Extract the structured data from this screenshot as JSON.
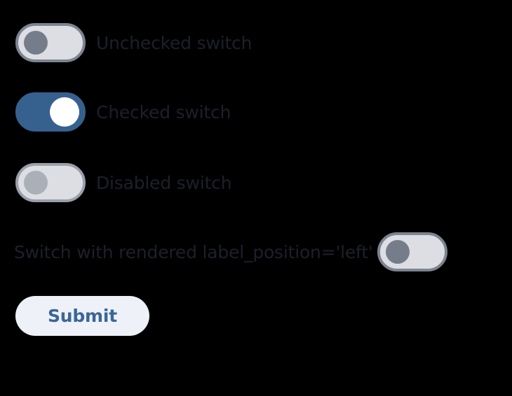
{
  "page": {
    "background_color": "#000000"
  },
  "form": {
    "rows": [
      {
        "label": "Unchecked switch",
        "state": "unchecked",
        "label_position": "right",
        "track_color": "#dcdee3",
        "border_color": "#7d8490",
        "thumb_color": "#767d8a"
      },
      {
        "label": "Checked switch",
        "state": "checked",
        "label_position": "right",
        "track_color": "#36618f",
        "border_color": "#36618f",
        "thumb_color": "#ffffff"
      },
      {
        "label": "Disabled switch",
        "state": "disabled",
        "label_position": "right",
        "track_color": "#dcdee3",
        "border_color": "#9aa0aa",
        "thumb_color": "#aab0b8"
      },
      {
        "label": "Switch with rendered label_position='left'",
        "state": "unchecked",
        "label_position": "left",
        "track_color": "#dcdee3",
        "border_color": "#7d8490",
        "thumb_color": "#767d8a"
      }
    ],
    "submit": {
      "label": "Submit",
      "background_color": "#eff1f9",
      "text_color": "#3a6795"
    }
  },
  "colors": {
    "label_text": "#1c2029",
    "accent": "#36618f"
  }
}
